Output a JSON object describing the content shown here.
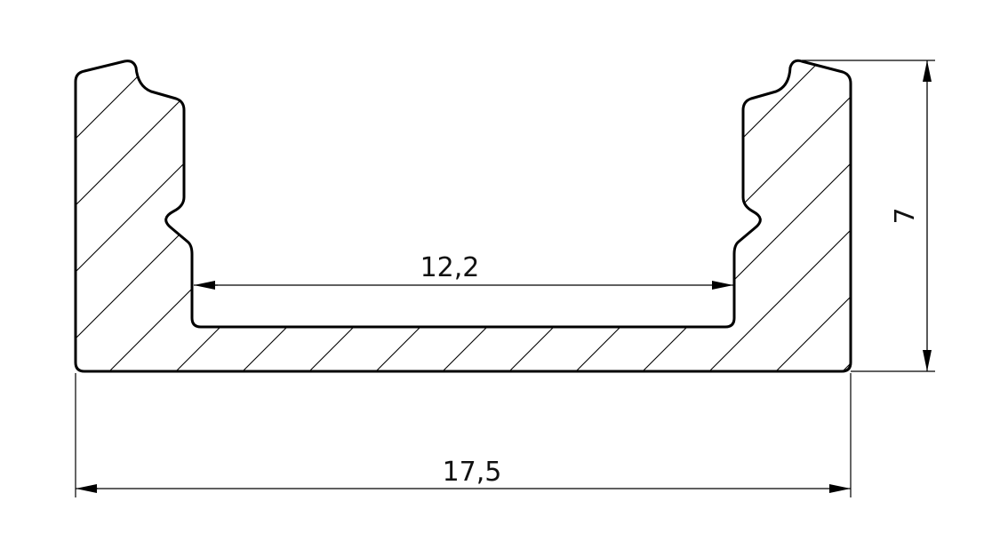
{
  "drawing": {
    "dimensions": {
      "inner_width": "12,2",
      "outer_width": "17,5",
      "height": "7"
    },
    "colors": {
      "line": "#000000",
      "background": "#ffffff"
    }
  }
}
